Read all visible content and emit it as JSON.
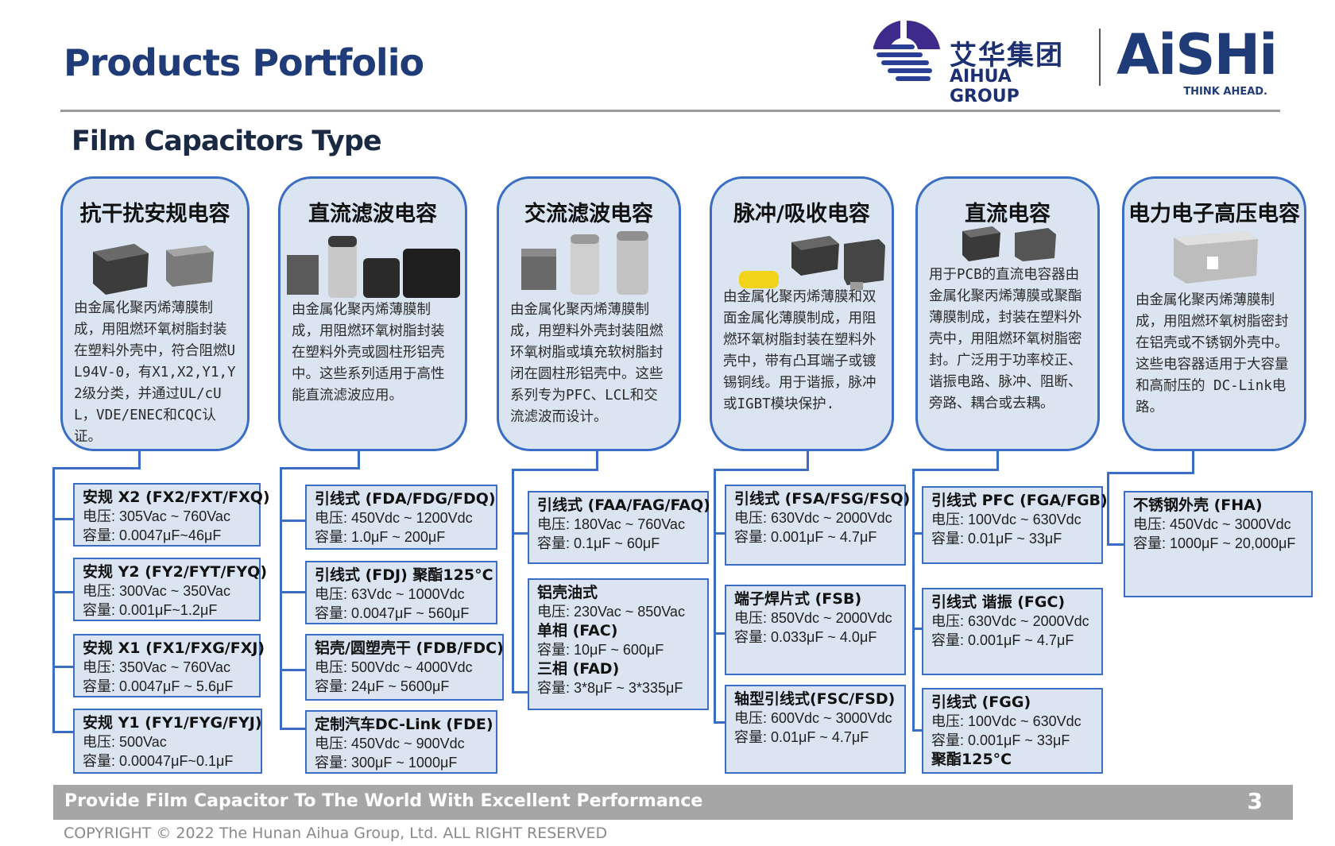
{
  "header": {
    "title": "Products Portfolio",
    "section": "Film Capacitors Type",
    "logo_aihua_cn": "艾华集团",
    "logo_aihua_en": "AIHUA GROUP",
    "logo_aishi": "AiSHi",
    "logo_aishi_tag": "THINK AHEAD."
  },
  "categories": [
    {
      "title": "抗干扰安规电容",
      "desc": "由金属化聚丙烯薄膜制成，用阻燃环氧树脂封装在塑料外壳中，符合阻燃UL94V-0，有X1,X2,Y1,Y2级分类，并通过UL/cUL，VDE/ENEC和CQC认证。",
      "products": [
        {
          "name": "安规 X2 (FX2/FXT/FXQ)",
          "lines": [
            "电压: 305Vac ~ 760Vac",
            "容量: 0.0047μF~46μF"
          ]
        },
        {
          "name": "安规 Y2 (FY2/FYT/FYQ)",
          "lines": [
            "电压: 300Vac ~ 350Vac",
            "容量: 0.001μF~1.2μF"
          ]
        },
        {
          "name": "安规 X1 (FX1/FXG/FXJ)",
          "lines": [
            "电压: 350Vac ~ 760Vac",
            "容量: 0.0047μF ~ 5.6μF"
          ]
        },
        {
          "name": "安规 Y1 (FY1/FYG/FYJ)",
          "lines": [
            "电压: 500Vac",
            "容量: 0.00047μF~0.1μF"
          ]
        }
      ]
    },
    {
      "title": "直流滤波电容",
      "desc": "由金属化聚丙烯薄膜制成，用阻燃环氧树脂封装在塑料外壳或圆柱形铝壳中。这些系列适用于高性能直流滤波应用。",
      "products": [
        {
          "name": "引线式 (FDA/FDG/FDQ)",
          "lines": [
            "电压: 450Vdc ~ 1200Vdc",
            "容量: 1.0μF ~ 200μF"
          ]
        },
        {
          "name": "引线式 (FDJ) 聚酯125°C",
          "lines": [
            "电压: 63Vdc ~ 1000Vdc",
            "容量: 0.0047μF ~ 560μF"
          ]
        },
        {
          "name": "铝壳/圆塑壳干 (FDB/FDC)",
          "lines": [
            "电压: 500Vdc ~ 4000Vdc",
            "容量: 24μF ~ 5600μF"
          ]
        },
        {
          "name": "定制汽车DC-Link (FDE)",
          "lines": [
            "电压: 450Vdc ~ 900Vdc",
            "容量: 300μF ~ 1000μF"
          ]
        }
      ]
    },
    {
      "title": "交流滤波电容",
      "desc": "由金属化聚丙烯薄膜制成，用塑料外壳封装阻燃环氧树脂或填充软树脂封闭在圆柱形铝壳中。这些系列专为PFC、LCL和交流滤波而设计。",
      "products": [
        {
          "name": "引线式 (FAA/FAG/FAQ)",
          "lines": [
            "电压: 180Vac ~ 760Vac",
            "容量: 0.1μF ~ 60μF"
          ]
        },
        {
          "name": "铝壳油式",
          "lines": [
            "电压: 230Vac ~ 850Vac"
          ],
          "name2": "单相 (FAC)",
          "lines2": [
            "容量: 10μF ~ 600μF"
          ],
          "name3": "三相 (FAD)",
          "lines3": [
            "容量: 3*8μF ~ 3*335μF"
          ]
        }
      ]
    },
    {
      "title": "脉冲/吸收电容",
      "desc": "由金属化聚丙烯薄膜和双面金属化薄膜制成，用阻燃环氧树脂封装在塑料外壳中，带有凸耳端子或镀锡铜线。用于谐振，脉冲或IGBT模块保护.",
      "products": [
        {
          "name": "引线式 (FSA/FSG/FSQ)",
          "lines": [
            "电压: 630Vdc ~ 2000Vdc",
            "容量: 0.001μF ~ 4.7μF"
          ]
        },
        {
          "name": "端子焊片式 (FSB)",
          "lines": [
            "电压: 850Vdc ~ 2000Vdc",
            "容量: 0.033μF ~ 4.0μF"
          ]
        },
        {
          "name": "轴型引线式(FSC/FSD)",
          "lines": [
            "电压: 600Vdc ~ 3000Vdc",
            "容量: 0.01μF ~ 4.7μF"
          ]
        }
      ]
    },
    {
      "title": "直流电容",
      "desc": "用于PCB的直流电容器由金属化聚丙烯薄膜或聚酯薄膜制成，封装在塑料外壳中，用阻燃环氧树脂密封。广泛用于功率校正、谐振电路、脉冲、阻断、旁路、耦合或去耦。",
      "products": [
        {
          "name": "引线式 PFC (FGA/FGB)",
          "lines": [
            "电压: 100Vdc ~ 630Vdc",
            "容量: 0.01μF ~ 33μF"
          ]
        },
        {
          "name": "引线式 谐振 (FGC)",
          "lines": [
            "电压: 630Vdc ~ 2000Vdc",
            "容量: 0.001μF ~ 4.7μF"
          ]
        },
        {
          "name": "引线式 (FGG)",
          "lines": [
            "电压: 100Vdc ~ 630Vdc",
            "容量: 0.001μF ~ 33μF"
          ],
          "name2": "聚酯125°C"
        }
      ]
    },
    {
      "title": "电力电子高压电容",
      "desc": "由金属化聚丙烯薄膜制成，用阻燃环氧树脂密封在铝壳或不锈钢外壳中。这些电容器适用于大容量和高耐压的 DC-Link电路。",
      "products": [
        {
          "name": "不锈钢外壳 (FHA)",
          "lines": [
            "电压: 450Vdc ~ 3000Vdc",
            "容量: 1000μF ~ 20,000μF"
          ]
        }
      ]
    }
  ],
  "footer": {
    "slogan": "Provide Film Capacitor To The World With Excellent Performance",
    "page_number": "3",
    "copyright": "COPYRIGHT © 2022 The Hunan Aihua Group, Ltd. ALL RIGHT RESERVED"
  },
  "colors": {
    "title_blue": "#1f3b78",
    "border_blue": "#3a6dc4",
    "box_fill": "#dbe5f1",
    "footer_gray": "#a6a6a6"
  }
}
